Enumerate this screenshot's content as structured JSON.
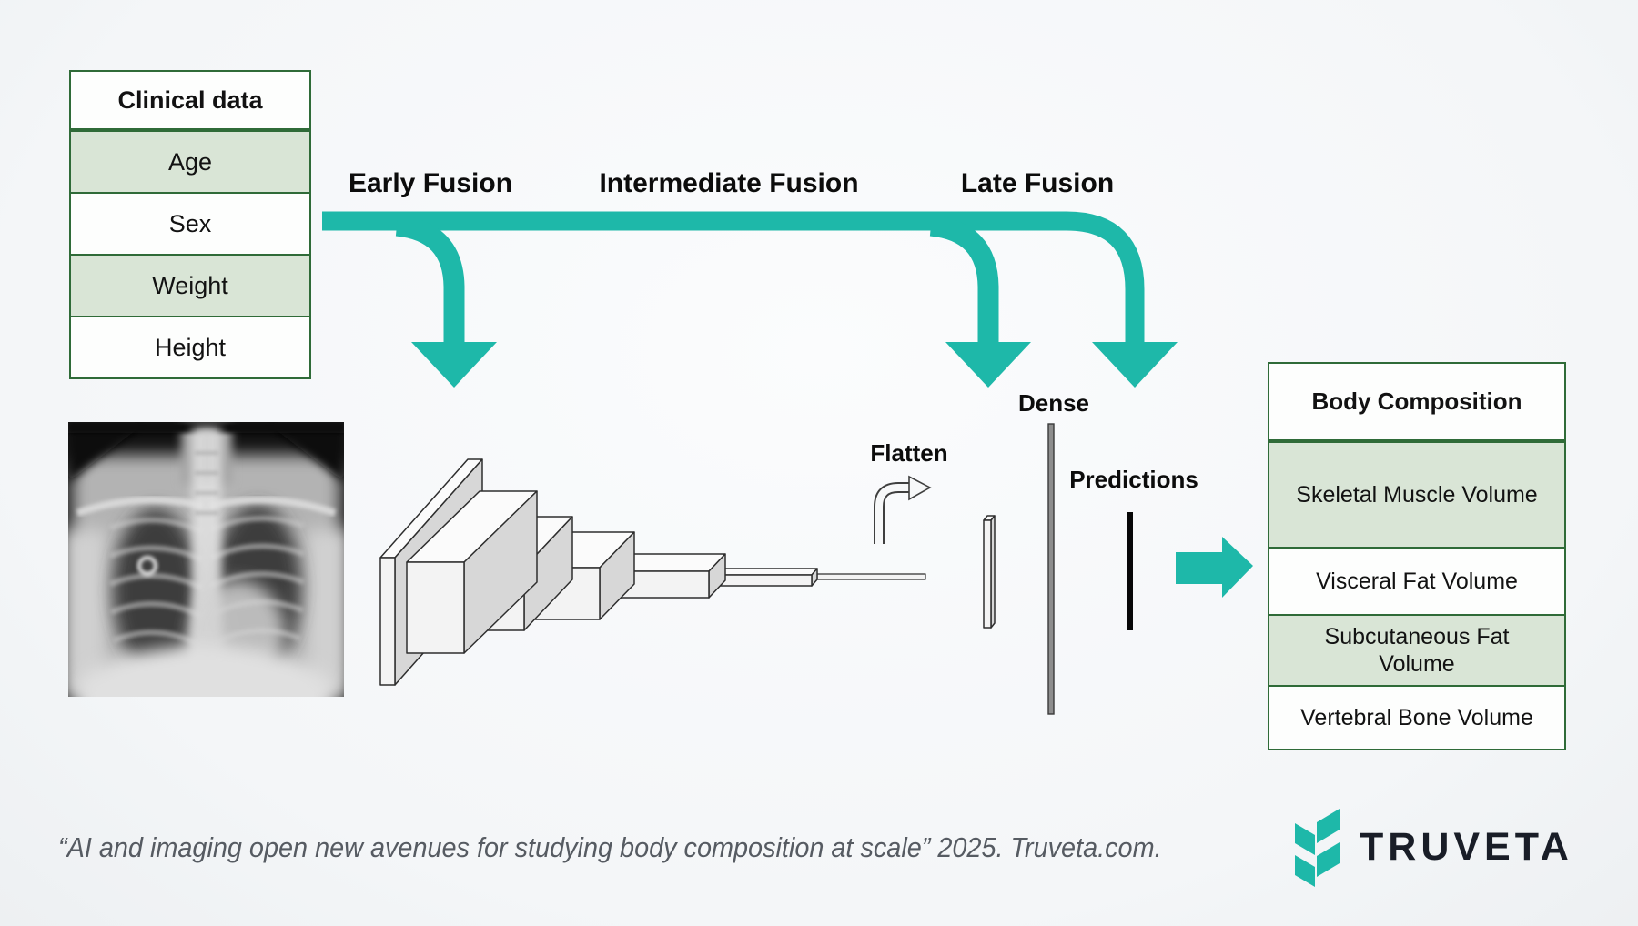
{
  "clinical_table": {
    "title": "Clinical data",
    "rows": [
      "Age",
      "Sex",
      "Weight",
      "Height"
    ]
  },
  "fusion_labels": {
    "early": "Early Fusion",
    "intermediate": "Intermediate Fusion",
    "late": "Late Fusion"
  },
  "network_labels": {
    "flatten": "Flatten",
    "dense": "Dense",
    "predictions": "Predictions"
  },
  "body_composition_table": {
    "title": "Body Composition",
    "rows": [
      "Skeletal Muscle Volume",
      "Visceral Fat Volume",
      "Subcutaneous Fat Volume",
      "Vertebral Bone Volume"
    ]
  },
  "citation": "“AI and imaging open new avenues for studying body composition at scale” 2025. Truveta.com.",
  "logo": {
    "brand": "TRUVETA"
  },
  "icons": {
    "fusion_arrows": "down-arrow",
    "flatten_arrow": "bent-arrow-right",
    "output_arrow": "right-arrow",
    "logo_mark": "truveta-leaf-mark"
  },
  "colors": {
    "accent_teal": "#1eb8a9",
    "table_border_green": "#2f6b38",
    "row_fill_green": "#d9e5d6",
    "citation_gray": "#565b62",
    "logo_dark": "#191d27"
  }
}
